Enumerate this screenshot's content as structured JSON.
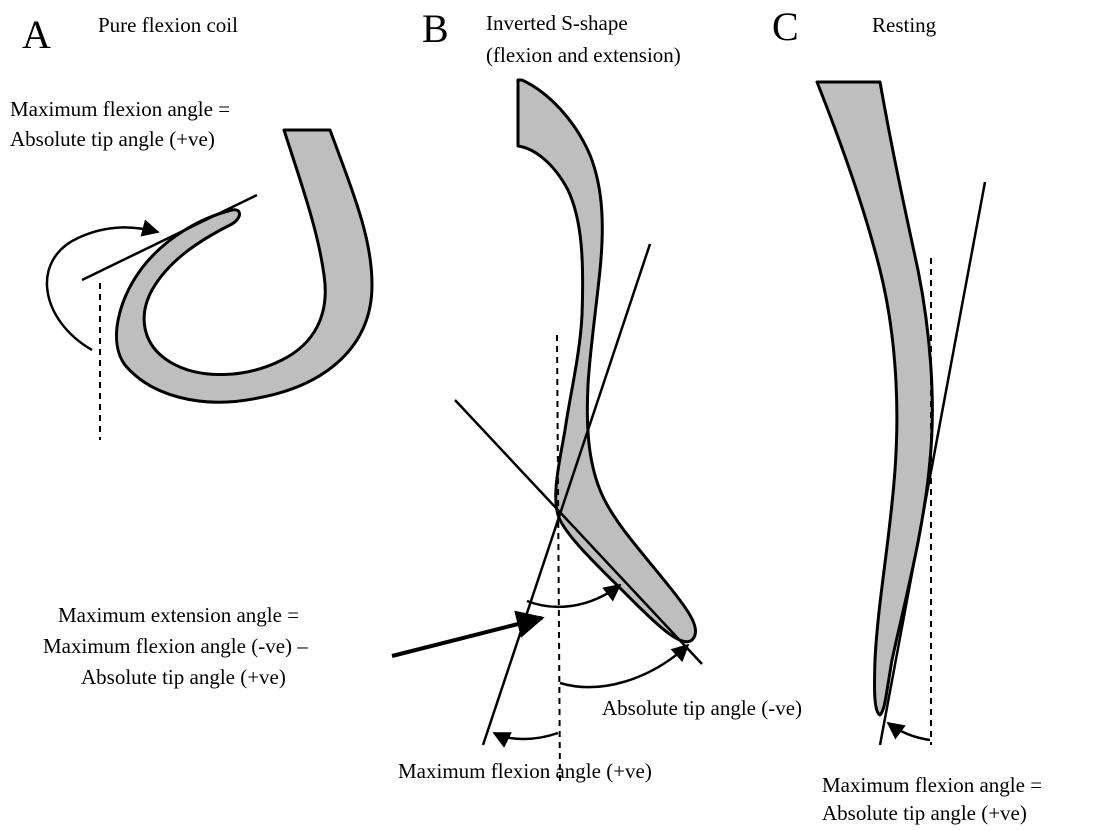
{
  "panels": {
    "a": {
      "letter": "A",
      "title": "Pure flexion coil",
      "annotation": [
        "Maximum flexion angle =",
        "Absolute tip angle (+ve)"
      ]
    },
    "b": {
      "letter": "B",
      "title": [
        "Inverted S-shape",
        "(flexion and extension)"
      ],
      "extension_label": [
        "Maximum extension angle =",
        "Maximum flexion angle (-ve) –",
        "Absolute tip angle (+ve)"
      ],
      "tip_label": "Absolute tip angle (-ve)",
      "flexion_label": "Maximum flexion angle (+ve)"
    },
    "c": {
      "letter": "C",
      "title": "Resting",
      "annotation": [
        "Maximum flexion angle =",
        "Absolute tip angle (+ve)"
      ]
    }
  }
}
